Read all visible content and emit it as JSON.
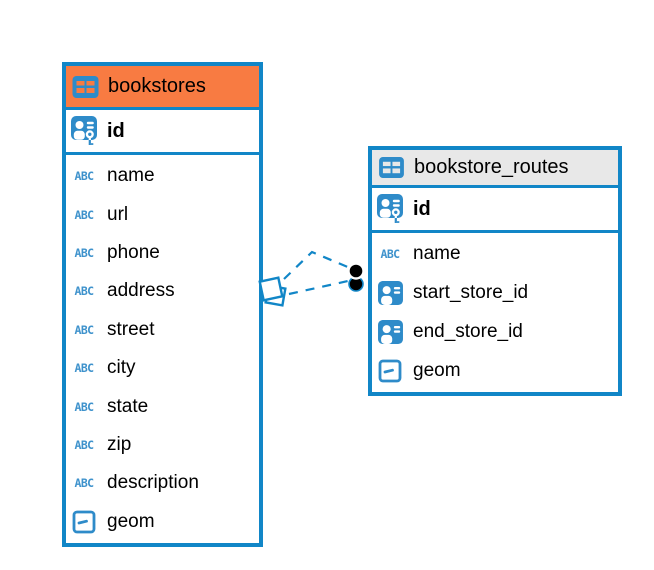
{
  "colors": {
    "table_border": "#1186C7",
    "icon_blue": "#2E8BC9",
    "abc_blue": "#3E92CC",
    "bookstores_header_bg": "#F87B42",
    "routes_header_bg": "#E8E8E8",
    "relationship_line": "#1186C7",
    "endpoint_dot": "#000000",
    "canvas_bg": "#FFFFFF"
  },
  "icons": {
    "text_type_label": "ABC"
  },
  "diagram": {
    "tables": [
      {
        "name": "bookstores",
        "primary_key": {
          "name": "id"
        },
        "columns": [
          {
            "name": "name",
            "type": "text"
          },
          {
            "name": "url",
            "type": "text"
          },
          {
            "name": "phone",
            "type": "text"
          },
          {
            "name": "address",
            "type": "text"
          },
          {
            "name": "street",
            "type": "text"
          },
          {
            "name": "city",
            "type": "text"
          },
          {
            "name": "state",
            "type": "text"
          },
          {
            "name": "zip",
            "type": "text"
          },
          {
            "name": "description",
            "type": "text"
          },
          {
            "name": "geom",
            "type": "geometry"
          }
        ]
      },
      {
        "name": "bookstore_routes",
        "primary_key": {
          "name": "id"
        },
        "columns": [
          {
            "name": "name",
            "type": "text"
          },
          {
            "name": "start_store_id",
            "type": "reference"
          },
          {
            "name": "end_store_id",
            "type": "reference"
          },
          {
            "name": "geom",
            "type": "geometry"
          }
        ]
      }
    ],
    "relationships": [
      {
        "from": "bookstore_routes",
        "to": "bookstores",
        "style": "dashed"
      },
      {
        "from": "bookstore_routes",
        "to": "bookstores",
        "style": "dashed"
      }
    ]
  }
}
